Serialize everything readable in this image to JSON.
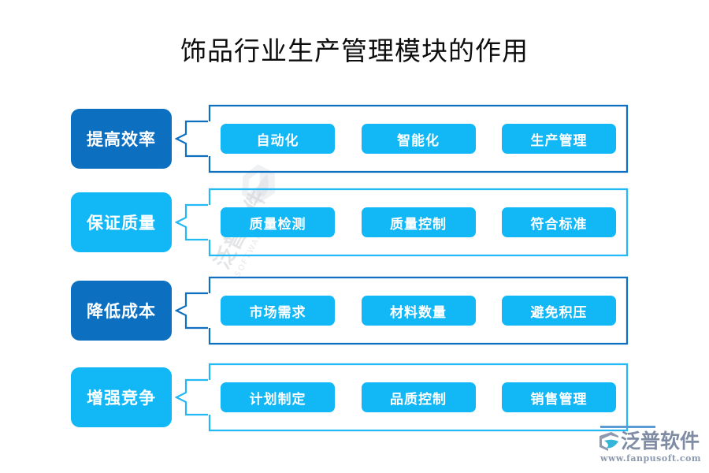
{
  "title": "饰品行业生产管理模块的作用",
  "colors": {
    "chip_blue": "#12b7f5",
    "dark_blue": "#0c6fc0",
    "light_blue": "#12b7f5",
    "border_dark": "#1070c0",
    "border_light": "#23b9f4",
    "title_text": "#0d0d0d",
    "logo_gray": "#7f8ca3",
    "logo_accent": "#5b9bd5"
  },
  "watermark": {
    "text": "泛普软件",
    "subtext": "SOFTWARE",
    "mark": "fanpu-logo-mark"
  },
  "rows": [
    {
      "label": "提高效率",
      "label_color": "#0c6fc0",
      "border_color": "#1070c0",
      "items": [
        "自动化",
        "智能化",
        "生产管理"
      ]
    },
    {
      "label": "保证质量",
      "label_color": "#12b7f5",
      "border_color": "#23b9f4",
      "items": [
        "质量检测",
        "质量控制",
        "符合标准"
      ]
    },
    {
      "label": "降低成本",
      "label_color": "#0c6fc0",
      "border_color": "#1070c0",
      "items": [
        "市场需求",
        "材料数量",
        "避免积压"
      ]
    },
    {
      "label": "增强竞争",
      "label_color": "#12b7f5",
      "border_color": "#23b9f4",
      "items": [
        "计划制定",
        "品质控制",
        "销售管理"
      ]
    }
  ],
  "footer": {
    "brand": "泛普软件",
    "url": "www.fanpusoft.com"
  }
}
